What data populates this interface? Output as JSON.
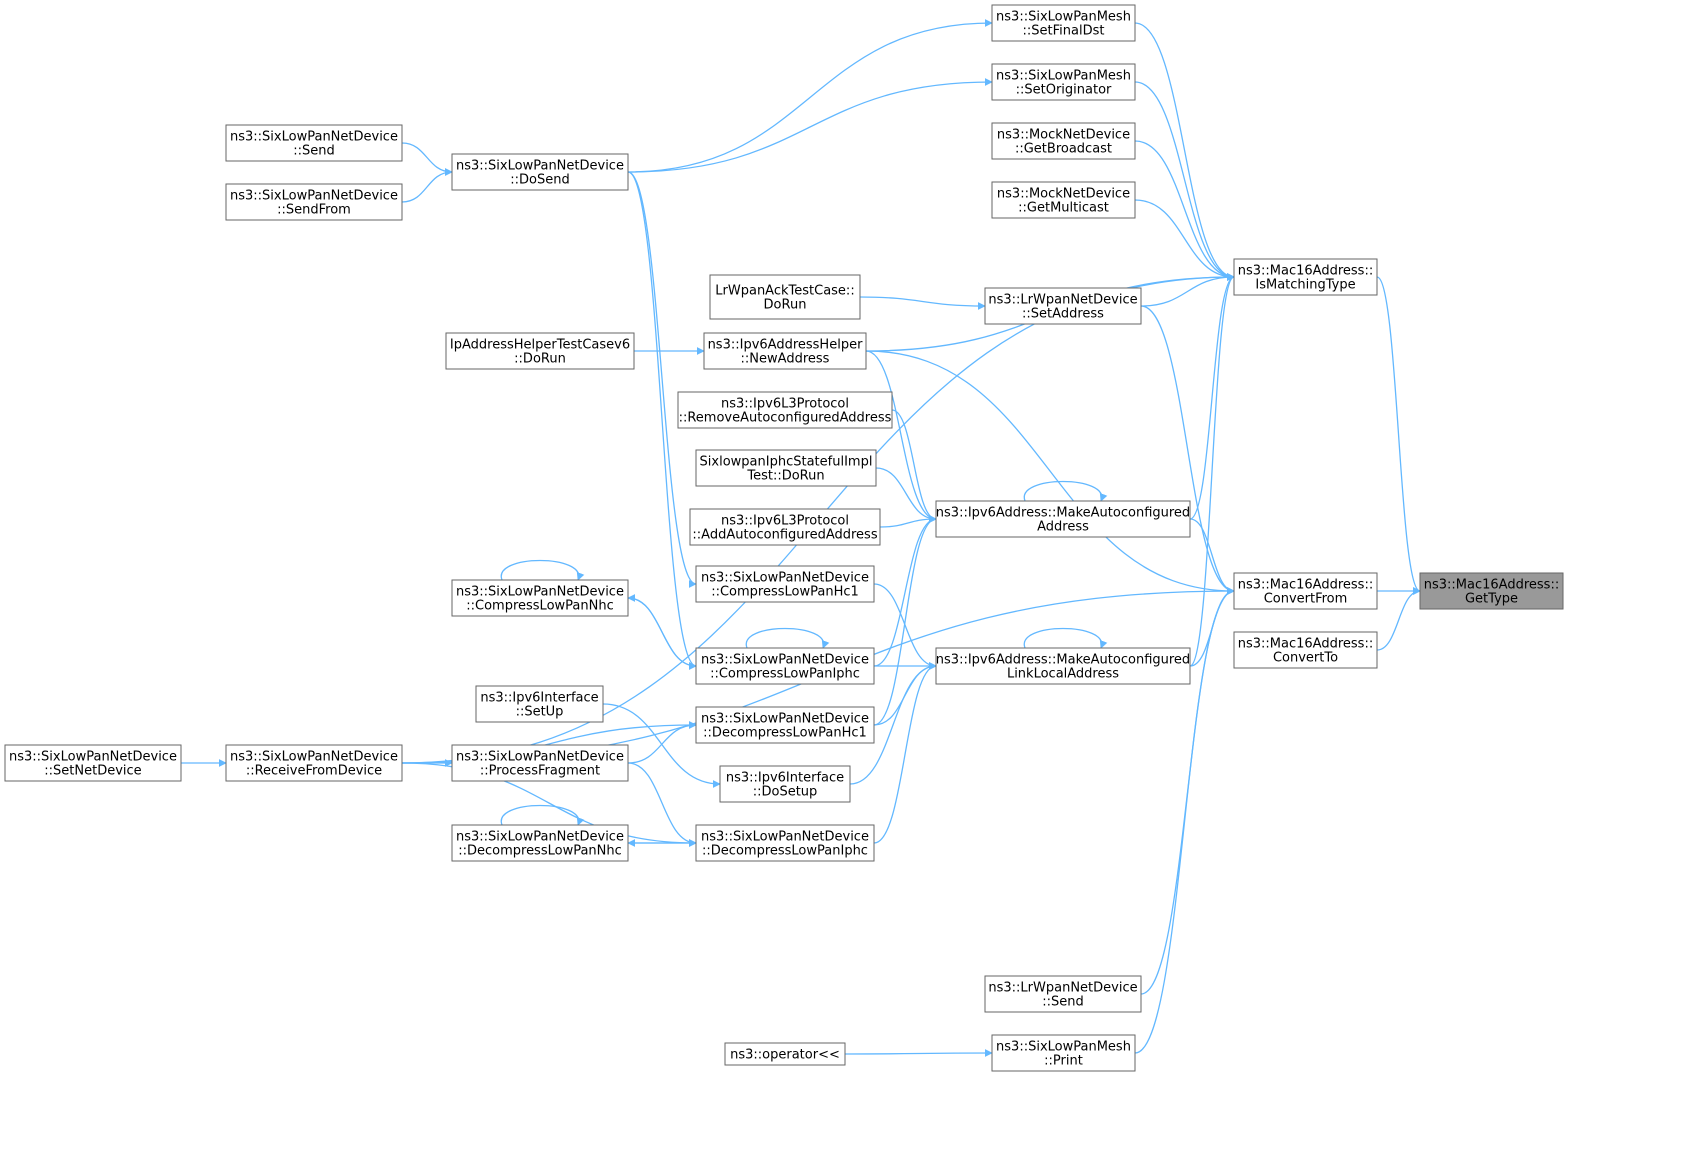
{
  "colors": {
    "edge": "#63b8ff",
    "node_border": "#666666",
    "highlight_fill": "#999999",
    "node_fill": "#ffffff"
  },
  "nodes": {
    "gettype": {
      "lines": [
        "ns3::Mac16Address::",
        "GetType"
      ]
    },
    "ismatchingtype": {
      "lines": [
        "ns3::Mac16Address::",
        "IsMatchingType"
      ]
    },
    "convertfrom": {
      "lines": [
        "ns3::Mac16Address::",
        "ConvertFrom"
      ]
    },
    "convertto": {
      "lines": [
        "ns3::Mac16Address::",
        "ConvertTo"
      ]
    },
    "setfinaldst": {
      "lines": [
        "ns3::SixLowPanMesh",
        "::SetFinalDst"
      ]
    },
    "setoriginator": {
      "lines": [
        "ns3::SixLowPanMesh",
        "::SetOriginator"
      ]
    },
    "getbroadcast": {
      "lines": [
        "ns3::MockNetDevice",
        "::GetBroadcast"
      ]
    },
    "getmulticast": {
      "lines": [
        "ns3::MockNetDevice",
        "::GetMulticast"
      ]
    },
    "lrwpan_setaddress": {
      "lines": [
        "ns3::LrWpanNetDevice",
        "::SetAddress"
      ]
    },
    "lrwpanack_dorun": {
      "lines": [
        "LrWpanAckTestCase::",
        "DoRun"
      ]
    },
    "newaddress": {
      "lines": [
        "ns3::Ipv6AddressHelper",
        "::NewAddress"
      ]
    },
    "ipaddrhelper_dorun": {
      "lines": [
        "IpAddressHelperTestCasev6",
        "::DoRun"
      ]
    },
    "removeautoaddr": {
      "lines": [
        "ns3::Ipv6L3Protocol",
        "::RemoveAutoconfiguredAddress"
      ]
    },
    "statefulimpl_dorun": {
      "lines": [
        "SixlowpanIphcStatefulImpl",
        "Test::DoRun"
      ]
    },
    "addautoaddr": {
      "lines": [
        "ns3::Ipv6L3Protocol",
        "::AddAutoconfiguredAddress"
      ]
    },
    "makeautoaddr": {
      "lines": [
        "ns3::Ipv6Address::MakeAutoconfigured",
        "Address"
      ]
    },
    "makeautolinklocal": {
      "lines": [
        "ns3::Ipv6Address::MakeAutoconfigured",
        "LinkLocalAddress"
      ]
    },
    "compresshc1": {
      "lines": [
        "ns3::SixLowPanNetDevice",
        "::CompressLowPanHc1"
      ]
    },
    "compressnhc": {
      "lines": [
        "ns3::SixLowPanNetDevice",
        "::CompressLowPanNhc"
      ]
    },
    "compressiphc": {
      "lines": [
        "ns3::SixLowPanNetDevice",
        "::CompressLowPanIphc"
      ]
    },
    "decompresshc1": {
      "lines": [
        "ns3::SixLowPanNetDevice",
        "::DecompressLowPanHc1"
      ]
    },
    "ipv6if_setup": {
      "lines": [
        "ns3::Ipv6Interface",
        "::SetUp"
      ]
    },
    "ipv6if_dosetup": {
      "lines": [
        "ns3::Ipv6Interface",
        "::DoSetup"
      ]
    },
    "processfragment": {
      "lines": [
        "ns3::SixLowPanNetDevice",
        "::ProcessFragment"
      ]
    },
    "receivefromdevice": {
      "lines": [
        "ns3::SixLowPanNetDevice",
        "::ReceiveFromDevice"
      ]
    },
    "setnetdevice": {
      "lines": [
        "ns3::SixLowPanNetDevice",
        "::SetNetDevice"
      ]
    },
    "decompressnhc": {
      "lines": [
        "ns3::SixLowPanNetDevice",
        "::DecompressLowPanNhc"
      ]
    },
    "decompressiphc": {
      "lines": [
        "ns3::SixLowPanNetDevice",
        "::DecompressLowPanIphc"
      ]
    },
    "dosend": {
      "lines": [
        "ns3::SixLowPanNetDevice",
        "::DoSend"
      ]
    },
    "sixlow_send": {
      "lines": [
        "ns3::SixLowPanNetDevice",
        "::Send"
      ]
    },
    "sixlow_sendfrom": {
      "lines": [
        "ns3::SixLowPanNetDevice",
        "::SendFrom"
      ]
    },
    "lrwpan_send": {
      "lines": [
        "ns3::LrWpanNetDevice",
        "::Send"
      ]
    },
    "mesh_print": {
      "lines": [
        "ns3::SixLowPanMesh",
        "::Print"
      ]
    },
    "operator_ll": {
      "lines": [
        "ns3::operator<<"
      ]
    }
  },
  "edges": [
    {
      "from": "ismatchingtype",
      "to": "gettype"
    },
    {
      "from": "convertfrom",
      "to": "gettype"
    },
    {
      "from": "convertto",
      "to": "gettype"
    },
    {
      "from": "setfinaldst",
      "to": "ismatchingtype"
    },
    {
      "from": "setoriginator",
      "to": "ismatchingtype"
    },
    {
      "from": "getbroadcast",
      "to": "ismatchingtype"
    },
    {
      "from": "getmulticast",
      "to": "ismatchingtype"
    },
    {
      "from": "lrwpan_setaddress",
      "to": "ismatchingtype"
    },
    {
      "from": "newaddress",
      "to": "ismatchingtype"
    },
    {
      "from": "makeautoaddr",
      "to": "ismatchingtype"
    },
    {
      "from": "makeautolinklocal",
      "to": "ismatchingtype"
    },
    {
      "from": "receivefromdevice",
      "to": "ismatchingtype"
    },
    {
      "from": "makeautoaddr",
      "to": "convertfrom"
    },
    {
      "from": "makeautolinklocal",
      "to": "convertfrom"
    },
    {
      "from": "lrwpan_setaddress",
      "to": "convertfrom"
    },
    {
      "from": "newaddress",
      "to": "convertfrom"
    },
    {
      "from": "receivefromdevice",
      "to": "convertfrom"
    },
    {
      "from": "lrwpan_send",
      "to": "convertfrom"
    },
    {
      "from": "mesh_print",
      "to": "convertfrom"
    },
    {
      "from": "dosend",
      "to": "setfinaldst"
    },
    {
      "from": "dosend",
      "to": "setoriginator"
    },
    {
      "from": "sixlow_send",
      "to": "dosend"
    },
    {
      "from": "sixlow_sendfrom",
      "to": "dosend"
    },
    {
      "from": "lrwpanack_dorun",
      "to": "lrwpan_setaddress"
    },
    {
      "from": "ipaddrhelper_dorun",
      "to": "newaddress"
    },
    {
      "from": "newaddress",
      "to": "makeautoaddr"
    },
    {
      "from": "removeautoaddr",
      "to": "makeautoaddr"
    },
    {
      "from": "statefulimpl_dorun",
      "to": "makeautoaddr"
    },
    {
      "from": "addautoaddr",
      "to": "makeautoaddr"
    },
    {
      "from": "makeautoaddr",
      "to": "makeautoaddr"
    },
    {
      "from": "compressiphc",
      "to": "makeautoaddr"
    },
    {
      "from": "decompresshc1",
      "to": "makeautoaddr"
    },
    {
      "from": "compresshc1",
      "to": "makeautolinklocal"
    },
    {
      "from": "compressiphc",
      "to": "makeautolinklocal"
    },
    {
      "from": "decompresshc1",
      "to": "makeautolinklocal"
    },
    {
      "from": "ipv6if_dosetup",
      "to": "makeautolinklocal"
    },
    {
      "from": "decompressiphc",
      "to": "makeautolinklocal"
    },
    {
      "from": "makeautolinklocal",
      "to": "makeautolinklocal"
    },
    {
      "from": "dosend",
      "to": "compresshc1"
    },
    {
      "from": "dosend",
      "to": "compressiphc"
    },
    {
      "from": "compressnhc",
      "to": "compressiphc"
    },
    {
      "from": "compressiphc",
      "to": "compressnhc"
    },
    {
      "from": "compressnhc",
      "to": "compressnhc"
    },
    {
      "from": "compressiphc",
      "to": "compressiphc"
    },
    {
      "from": "receivefromdevice",
      "to": "decompresshc1"
    },
    {
      "from": "processfragment",
      "to": "decompresshc1"
    },
    {
      "from": "ipv6if_setup",
      "to": "ipv6if_dosetup"
    },
    {
      "from": "receivefromdevice",
      "to": "processfragment"
    },
    {
      "from": "setnetdevice",
      "to": "receivefromdevice"
    },
    {
      "from": "receivefromdevice",
      "to": "decompressiphc"
    },
    {
      "from": "processfragment",
      "to": "decompressiphc"
    },
    {
      "from": "decompressnhc",
      "to": "decompressiphc"
    },
    {
      "from": "decompressiphc",
      "to": "decompressnhc"
    },
    {
      "from": "decompressnhc",
      "to": "decompressnhc"
    },
    {
      "from": "operator_ll",
      "to": "mesh_print"
    }
  ]
}
